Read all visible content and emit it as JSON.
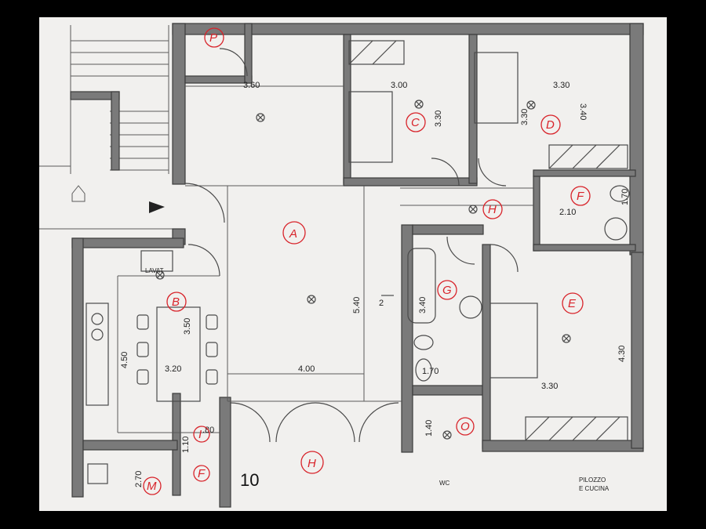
{
  "rooms": [
    {
      "id": "room-a",
      "label": "A"
    },
    {
      "id": "room-b",
      "label": "B"
    },
    {
      "id": "room-c",
      "label": "C"
    },
    {
      "id": "room-d",
      "label": "D"
    },
    {
      "id": "room-e",
      "label": "E"
    },
    {
      "id": "room-f1",
      "label": "F"
    },
    {
      "id": "room-f2",
      "label": "F"
    },
    {
      "id": "room-g",
      "label": "G"
    },
    {
      "id": "room-h1",
      "label": "H"
    },
    {
      "id": "room-h2",
      "label": "H"
    },
    {
      "id": "room-i",
      "label": "I"
    },
    {
      "id": "room-m",
      "label": "M"
    },
    {
      "id": "room-o",
      "label": "O"
    },
    {
      "id": "room-p",
      "label": "P"
    }
  ],
  "dimensions": {
    "entry_width": "3.60",
    "bedroom_c_width": "3.00",
    "bedroom_c_depth": "3.30",
    "bedroom_d_width": "3.30",
    "bedroom_d_depth": "3.30",
    "bedroom_d_depth_alt": "3.40",
    "living_depth": "5.40",
    "living_width": "4.00",
    "kitchen_depth": "4.50",
    "kitchen_width": "3.20",
    "dining_depth": "3.50",
    "bath_g_depth": "3.40",
    "bath_g_width": "1.70",
    "bath_f_depth": "1.70",
    "bath_f_width": "2.10",
    "bedroom_e_width": "3.30",
    "bedroom_e_depth": "4.30",
    "closet_o": "1.40",
    "wc_i_width": ".80",
    "wc_i_depth": "1.10",
    "storage_m": "2.70",
    "stair_step": "2"
  },
  "labels": {
    "lavatrice": "LAVAT",
    "pillar_note_1": "PILOZZO",
    "pillar_note_2": "E CUCINA",
    "wc_note": "WC",
    "unit_number": "10"
  }
}
